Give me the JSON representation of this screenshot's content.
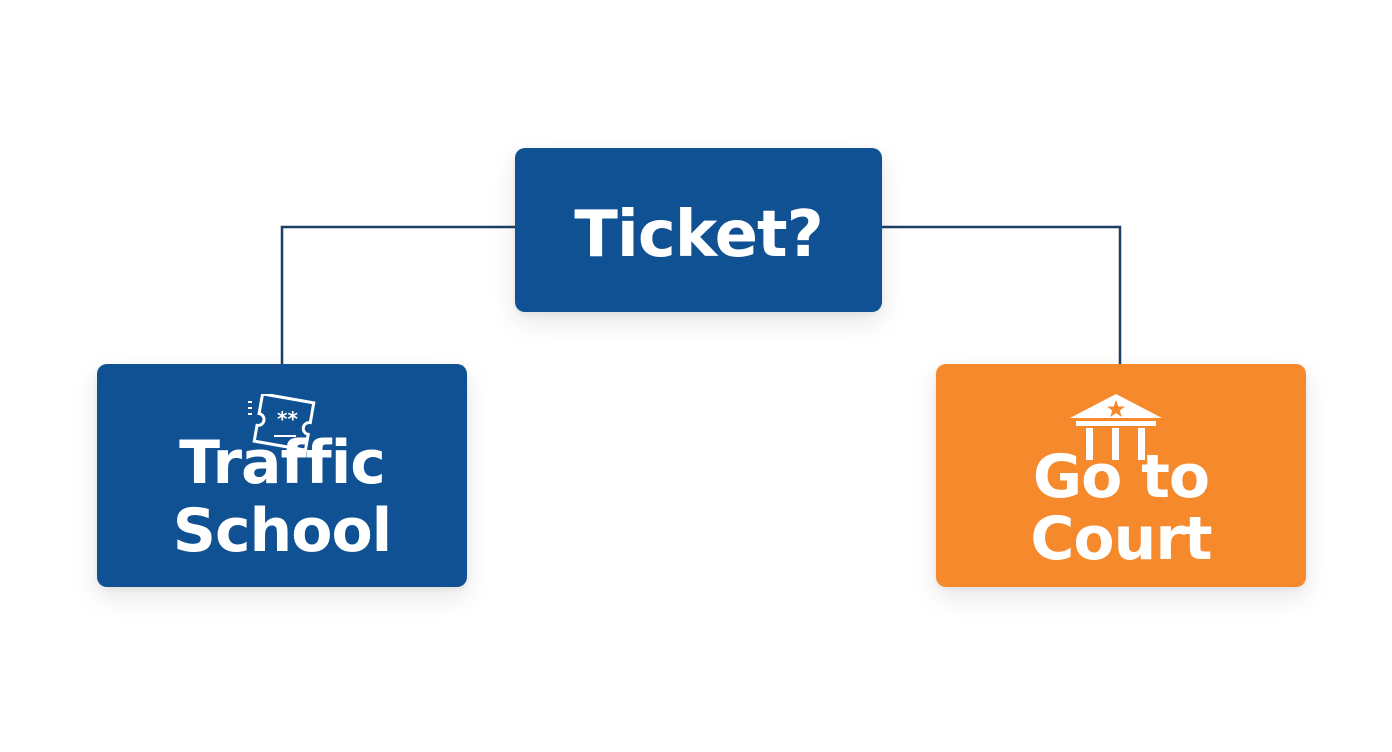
{
  "diagram": {
    "root": {
      "label": "Ticket?",
      "color": "#0f5193"
    },
    "options": [
      {
        "line1": "Traffic",
        "line2": "School",
        "icon": "ticket-icon",
        "color": "#0f5193"
      },
      {
        "line1": "Go to",
        "line2": "Court",
        "icon": "courthouse-icon",
        "color": "#f5892c"
      }
    ],
    "connector_color": "#1d3f66",
    "icon_accent": "#f5892c"
  }
}
